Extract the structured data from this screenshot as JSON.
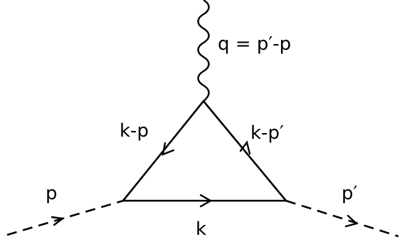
{
  "labels": {
    "photon": "q = p′-p",
    "left_edge": "k-p",
    "right_edge": "k-p′",
    "bottom_edge": "k",
    "incoming": "p",
    "outgoing": "p′"
  },
  "colors": {
    "ink": "#000000",
    "background": "#ffffff"
  }
}
